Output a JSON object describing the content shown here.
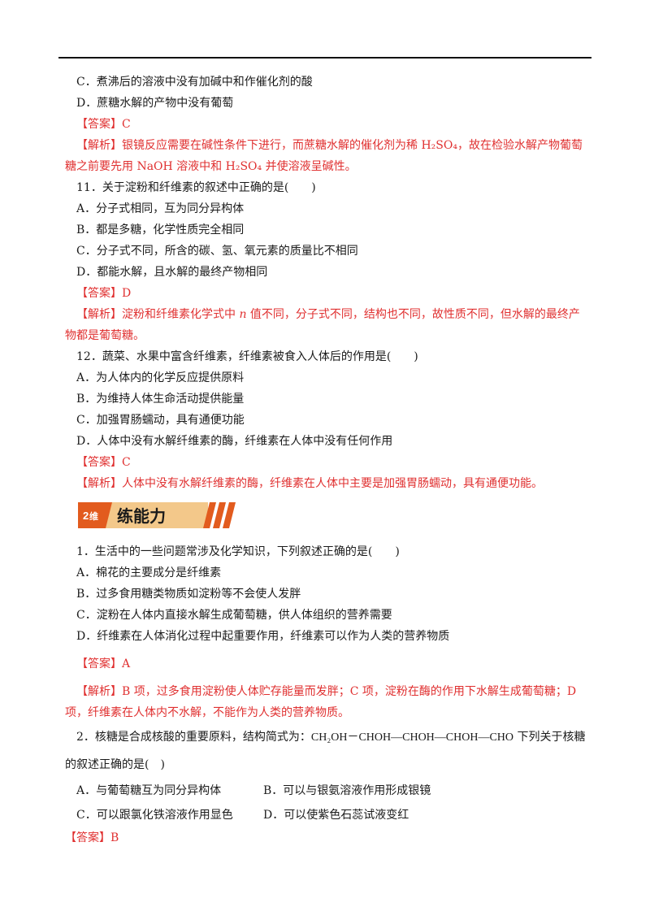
{
  "q10_tail": {
    "options": [
      "C．煮沸后的溶液中没有加碱中和作催化剂的酸",
      "D．蔗糖水解的产物中没有葡萄"
    ],
    "answer_tag": "【答案】",
    "answer": "C",
    "analysis_tag": "【解析】",
    "analysis_l1": "银镜反应需要在碱性条件下进行，而蔗糖水解的催化剂为稀 H₂SO₄，故在检验水解产物葡萄",
    "analysis_l2": "糖之前要先用 NaOH 溶液中和 H₂SO₄ 并使溶液呈碱性。"
  },
  "q11": {
    "stem": "11．关于淀粉和纤维素的叙述中正确的是(　　)",
    "options": [
      "A．分子式相同，互为同分异构体",
      "B．都是多糖，化学性质完全相同",
      "C．分子式不同，所含的碳、氢、氧元素的质量比不相同",
      "D．都能水解，且水解的最终产物相同"
    ],
    "answer_tag": "【答案】",
    "answer": "D",
    "analysis_tag": "【解析】",
    "analysis_l1a": "淀粉和纤维素化学式中 ",
    "analysis_n": "n",
    "analysis_l1b": " 值不同，分子式不同，结构也不同，故性质不同，但水解的最终产",
    "analysis_l2": "物都是葡萄糖。"
  },
  "q12": {
    "stem": "12．蔬菜、水果中富含纤维素，纤维素被食入人体后的作用是(　　)",
    "options": [
      "A．为人体内的化学反应提供原料",
      "B．为维持人体生命活动提供能量",
      "C．加强胃肠蠕动，具有通便功能",
      "D．人体中没有水解纤维素的酶，纤维素在人体中没有任何作用"
    ],
    "answer_tag": "【答案】",
    "answer": "C",
    "analysis_tag": "【解析】",
    "analysis": "人体中没有水解纤维素的酶，纤维素在人体中主要是加强胃肠蠕动，具有通便功能。"
  },
  "banner": {
    "badge": "2",
    "badge_suffix": "维",
    "title": "练能力",
    "color_badge": "#e25b1e",
    "color_bar": "#f3c88a"
  },
  "p1": {
    "stem": "1．生活中的一些问题常涉及化学知识，下列叙述正确的是(　　)",
    "options": [
      "A．棉花的主要成分是纤维素",
      "B．过多食用糖类物质如淀粉等不会使人发胖",
      "C．淀粉在人体内直接水解生成葡萄糖，供人体组织的营养需要",
      "D．纤维素在人体消化过程中起重要作用，纤维素可以作为人类的营养物质"
    ],
    "answer_tag": "【答案】",
    "answer": "A",
    "analysis_tag": "【解析】",
    "analysis_l1": "B 项，过多食用淀粉使人体贮存能量而发胖；C 项，淀粉在酶的作用下水解生成葡萄糖；D",
    "analysis_l2": "项，纤维素在人体内不水解，不能作为人类的营养物质。"
  },
  "p2": {
    "stem_a": "2．核糖是合成核酸的重要原料，结构简式为：",
    "formula": "CH₂OH－CHOH—CHOH—CHOH—CHO",
    "stem_b": " 下列关于核糖",
    "stem_l2": "的叙述正确的是(　)",
    "optA": "A．与葡萄糖互为同分异构体",
    "optB": "B．可以与银氨溶液作用形成银镜",
    "optC": "C．可以跟氯化铁溶液作用显色",
    "optD": "D．可以使紫色石蕊试液变红",
    "answer_tag": "【答案】",
    "answer": "B"
  }
}
